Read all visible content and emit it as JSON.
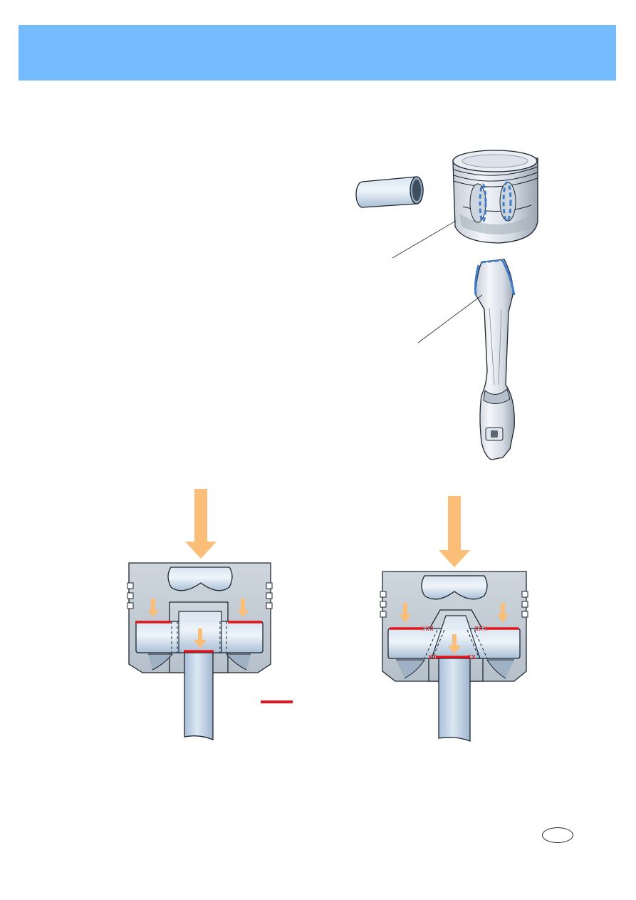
{
  "header": {
    "title": "",
    "background_color": "#74bbfd"
  },
  "illustrations": [
    {
      "name": "piston-pin"
    },
    {
      "name": "piston-with-coated-pin-bores"
    },
    {
      "name": "connecting-rod-with-coated-small-end"
    },
    {
      "name": "force-diagram-standard-pin-boss"
    },
    {
      "name": "force-diagram-trapezoidal-pin-boss"
    }
  ],
  "legend": {
    "contact_line_color": "#e3141b",
    "force_arrow_color": "#fbbe78",
    "coating_color": "#3f7ccb"
  },
  "footer": {
    "page_badge": ""
  }
}
